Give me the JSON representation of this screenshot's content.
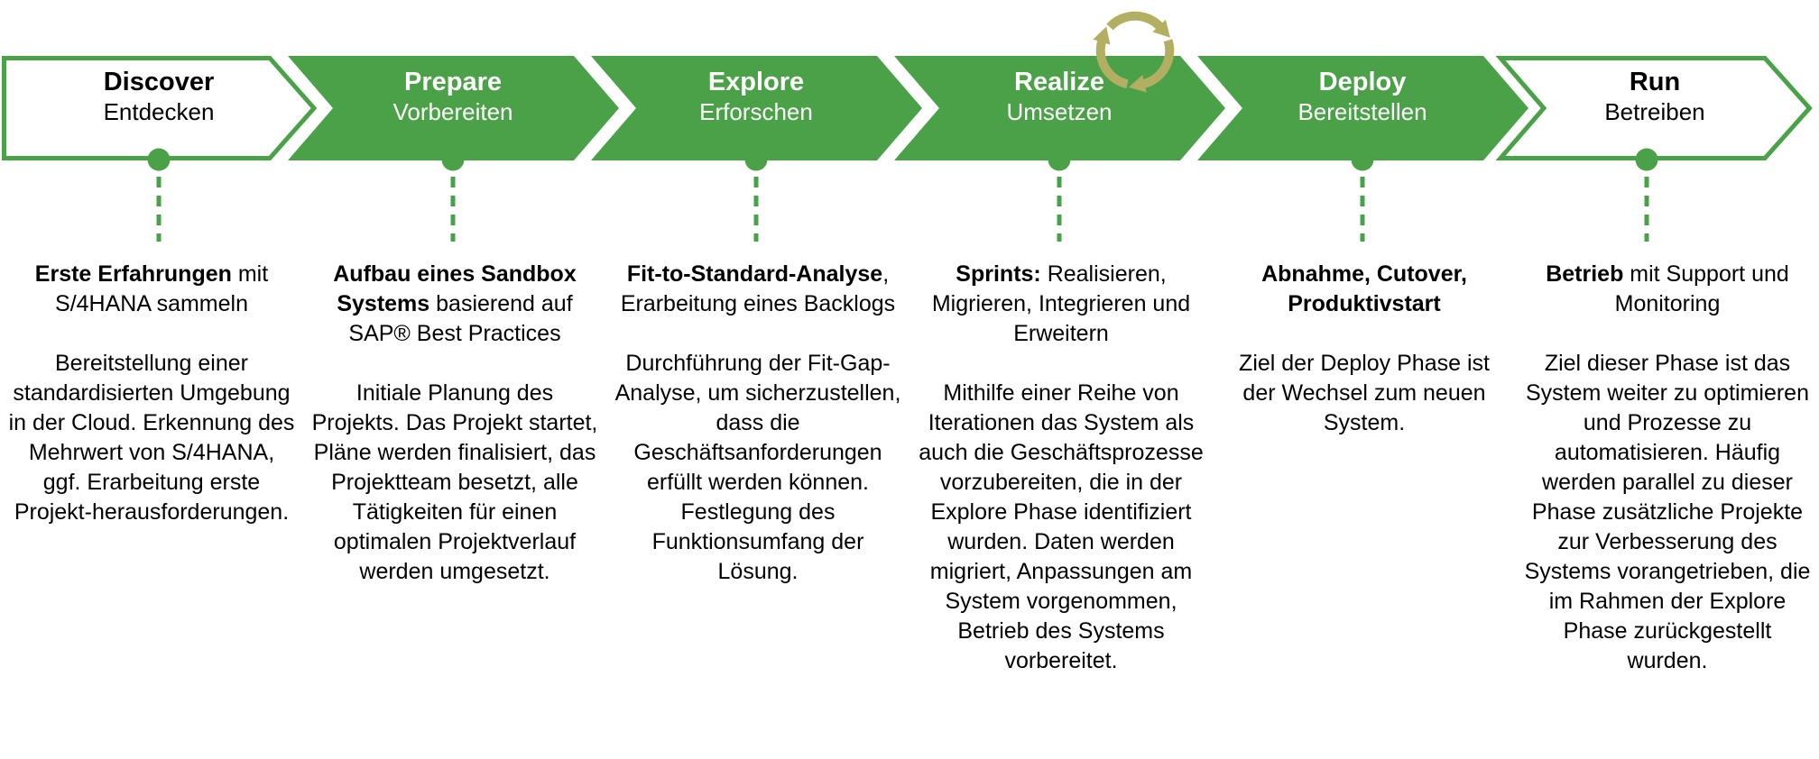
{
  "colors": {
    "green": "#4AA147",
    "olive": "#b3af62",
    "text": "#000000",
    "background": "#ffffff"
  },
  "icons": {
    "cycle": "cycle-arrows-icon"
  },
  "phases": [
    {
      "title": "Discover",
      "subtitle": "Entdecken",
      "style": "outline",
      "heading_bold": "Erste Erfahrungen",
      "heading_rest": " mit S/4HANA sammeln",
      "body": "Bereitstellung einer standardisierten Umgebung in der Cloud. Erkennung des Mehrwert von S/4HANA, ggf. Erarbeitung erste Projekt-herausforderungen."
    },
    {
      "title": "Prepare",
      "subtitle": "Vorbereiten",
      "style": "filled",
      "heading_bold": "Aufbau eines Sandbox Systems",
      "heading_rest": " basierend auf SAP® Best Practices",
      "body": "Initiale Planung des Projekts. Das Projekt startet, Pläne werden finalisiert, das Projektteam besetzt, alle Tätigkeiten für einen optimalen Projektverlauf werden umgesetzt."
    },
    {
      "title": "Explore",
      "subtitle": "Erforschen",
      "style": "filled",
      "heading_bold": "Fit-to-Standard-Analyse",
      "heading_rest": ", Erarbeitung eines Backlogs",
      "body": "Durchführung der Fit-Gap-Analyse, um sicherzustellen, dass die Geschäftsanforderungen erfüllt werden können. Festlegung des Funktionsumfang der Lösung."
    },
    {
      "title": "Realize",
      "subtitle": "Umsetzen",
      "style": "filled",
      "heading_bold": "Sprints:",
      "heading_rest": " Realisieren, Migrieren, Integrieren und Erweitern",
      "body": "Mithilfe einer Reihe von Iterationen das System als auch die Geschäftsprozesse vorzubereiten, die in der Explore Phase identifiziert wurden. Daten werden migriert, Anpassungen am System vorgenommen, Betrieb des Systems vorbereitet."
    },
    {
      "title": "Deploy",
      "subtitle": "Bereitstellen",
      "style": "filled",
      "heading_bold": "Abnahme, Cutover, Produktivstart",
      "heading_rest": "",
      "body": "Ziel der Deploy Phase ist der Wechsel zum neuen System."
    },
    {
      "title": "Run",
      "subtitle": "Betreiben",
      "style": "outline",
      "heading_bold": "Betrieb",
      "heading_rest": " mit Support und Monitoring",
      "body": "Ziel dieser Phase ist das System weiter zu optimieren und Prozesse zu automatisieren. Häufig werden parallel zu dieser Phase zusätzliche Projekte zur Verbesserung des Systems vorangetrieben, die im Rahmen der Explore Phase zurückgestellt wurden."
    }
  ]
}
